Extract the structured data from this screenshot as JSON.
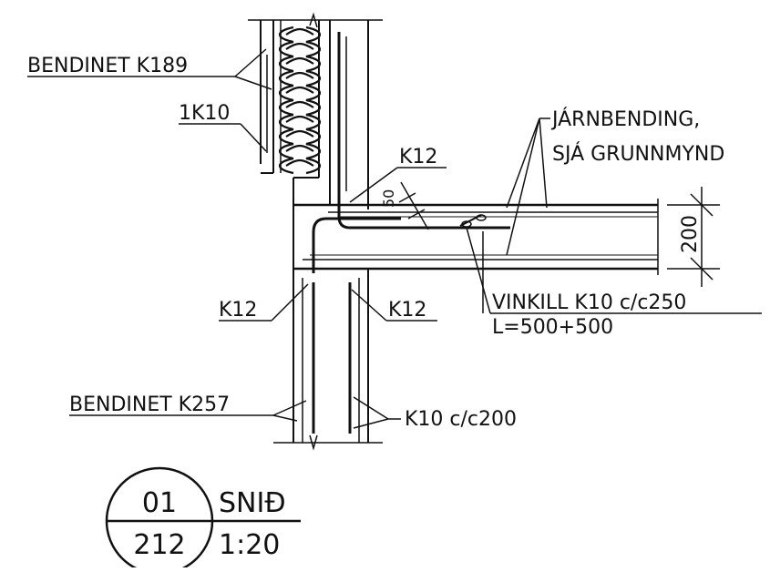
{
  "labels": {
    "bendinet_top": "BENDINET K189",
    "rebar_1k10": "1K10",
    "k12_top": "K12",
    "cover_50": "50",
    "jarnbending_1": "JÁRNBENDING,",
    "jarnbending_2": "SJÁ GRUNNMYND",
    "dim_200": "200",
    "k12_left": "K12",
    "k12_right": "K12",
    "vinkill": "VINKILL K10 c/c250",
    "vinkill_length": "L=500+500",
    "bendinet_bottom": "BENDINET K257",
    "k10_cc200": "K10 c/c200"
  },
  "section_marker": {
    "number": "01",
    "sheet": "212",
    "title": "SNIÐ",
    "scale": "1:20"
  }
}
